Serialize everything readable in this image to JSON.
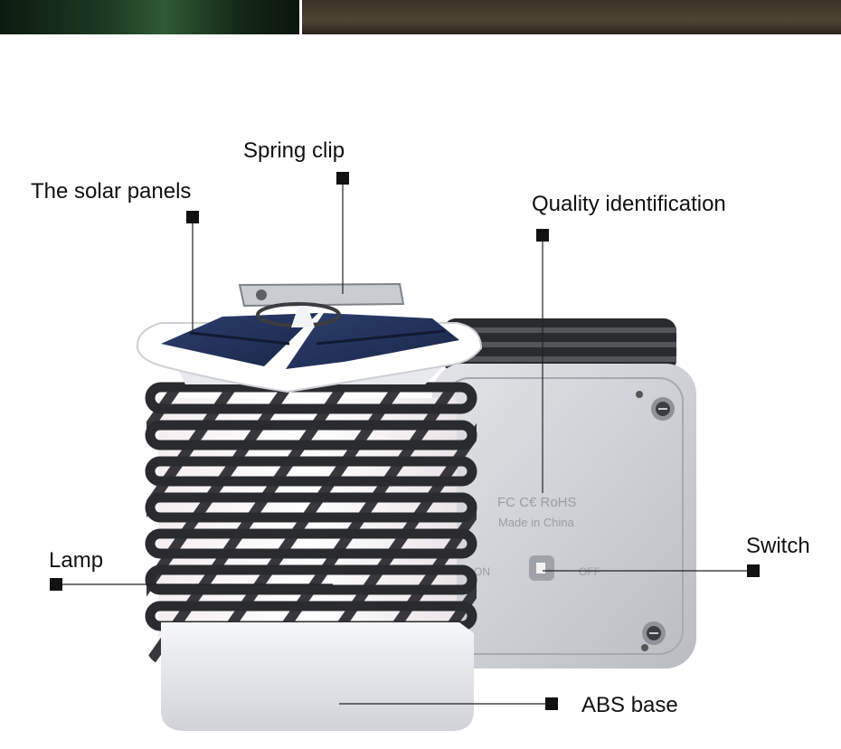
{
  "callouts": {
    "solar_panels": "The solar panels",
    "spring_clip": "Spring clip",
    "quality_identification": "Quality identification",
    "switch": "Switch",
    "lamp": "Lamp",
    "abs_base": "ABS base"
  },
  "device_markings": {
    "certification": "FC C€ RoHS",
    "origin": "Made in China",
    "switch_on": "ON",
    "switch_off": "OFF"
  }
}
